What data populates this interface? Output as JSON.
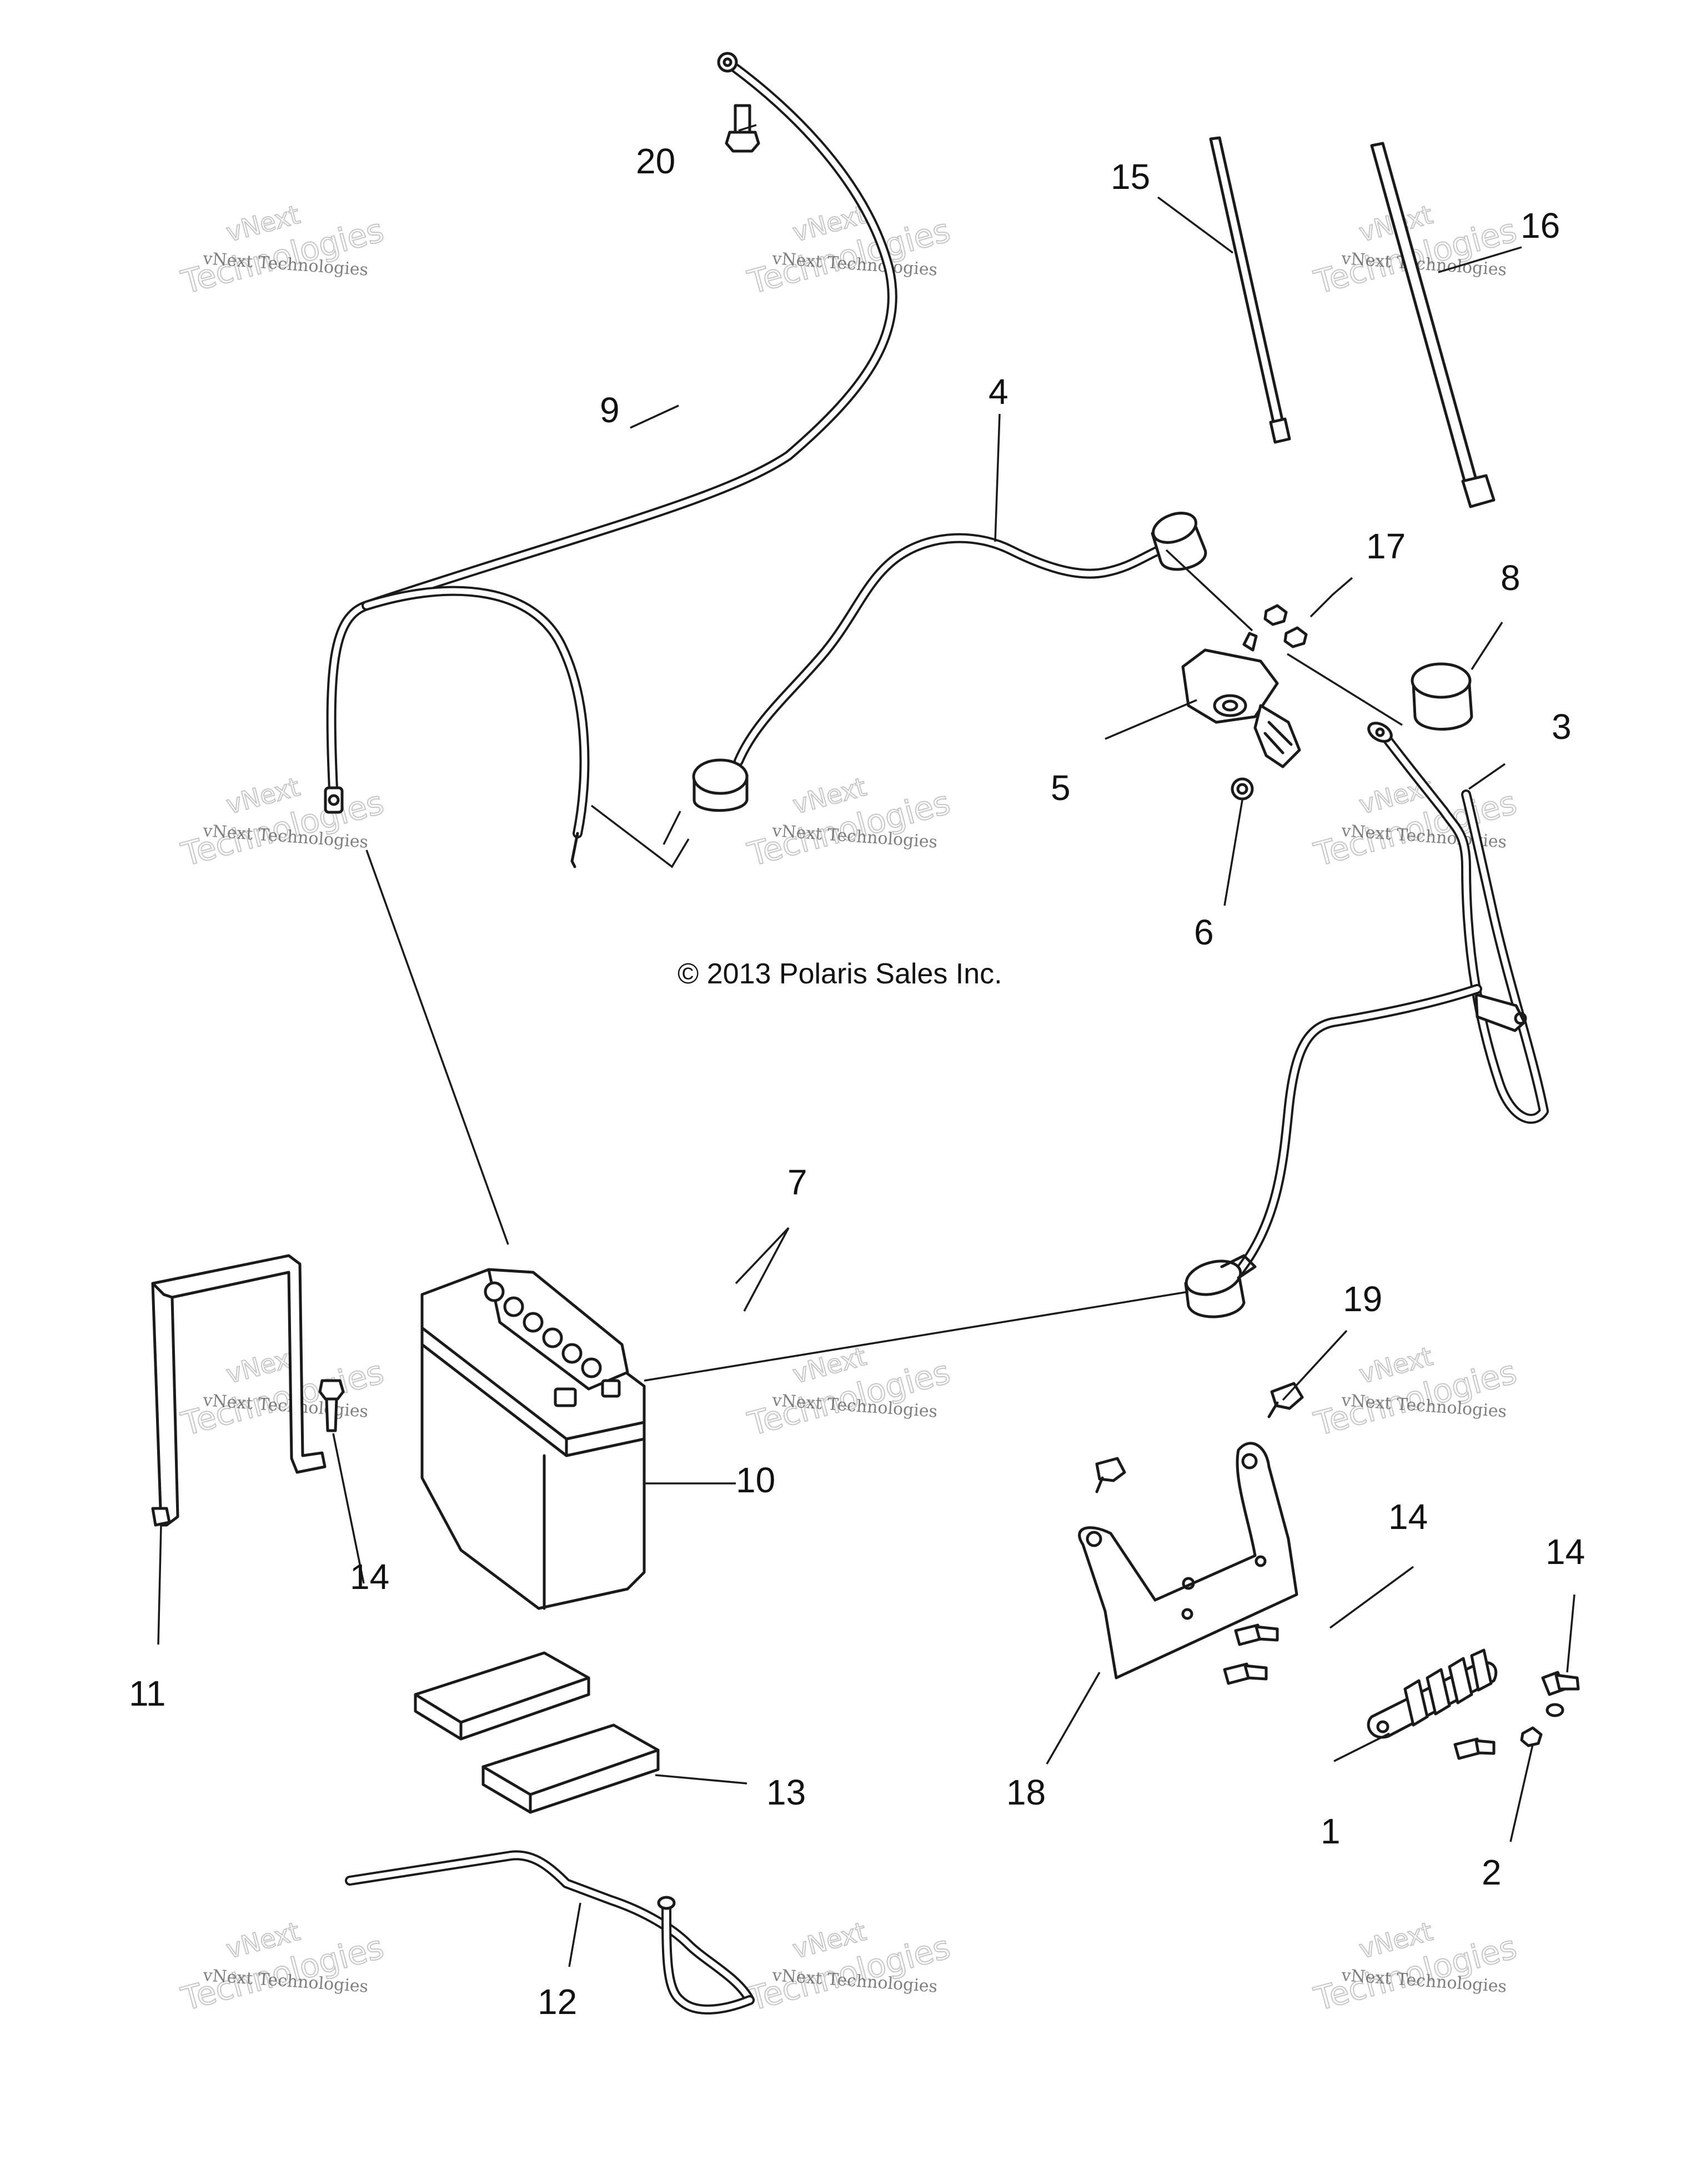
{
  "copyright": "© 2013 Polaris Sales Inc.",
  "watermark": {
    "line_small": "vNext Technologies",
    "line_big": "Technologies",
    "line_v": "vNext"
  },
  "callouts": {
    "c1": "1",
    "c2": "2",
    "c3": "3",
    "c4": "4",
    "c5": "5",
    "c6": "6",
    "c7": "7",
    "c8": "8",
    "c9": "9",
    "c10": "10",
    "c11": "11",
    "c12": "12",
    "c13": "13",
    "c14a": "14",
    "c14b": "14",
    "c14c": "14",
    "c15": "15",
    "c16": "16",
    "c17": "17",
    "c18": "18",
    "c19": "19",
    "c20": "20"
  }
}
